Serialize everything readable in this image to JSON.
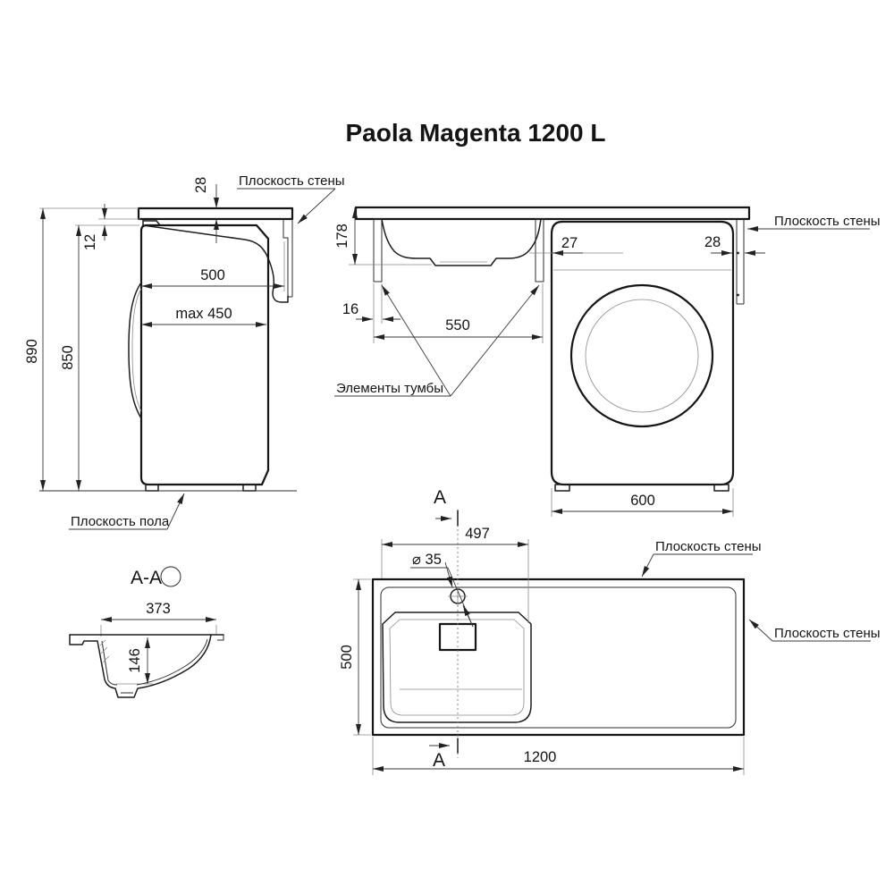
{
  "title": "Paola Magenta 1200 L",
  "colors": {
    "line": "#161616",
    "thin_line": "#8b8b8b",
    "background": "#ffffff"
  },
  "labels": {
    "wall_plane": "Плоскость стены",
    "floor_plane": "Плоскость пола",
    "cabinet_elements": "Элементы тумбы",
    "section_title": "А-А",
    "section_marker": "A"
  },
  "side_view": {
    "top_thickness": "28",
    "overhang_gap": "12",
    "overall_height": "890",
    "machine_height": "850",
    "depth_overall": "500",
    "machine_depth": "max 450"
  },
  "front_view": {
    "basin_height": "178",
    "panel_thickness": "16",
    "opening_width": "550",
    "gap_left": "27",
    "gap_wall": "28",
    "machine_width": "600"
  },
  "section_view": {
    "bowl_width": "373",
    "bowl_depth": "146"
  },
  "top_view": {
    "faucet_offset": "497",
    "faucet_hole_diameter": "⌀ 35",
    "depth": "500",
    "length": "1200"
  }
}
